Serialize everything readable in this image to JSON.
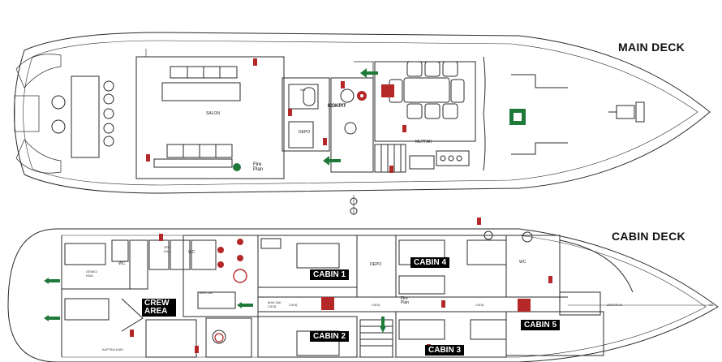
{
  "decks": {
    "main": {
      "title": "MAIN DECK"
    },
    "cabin": {
      "title": "CABIN DECK"
    }
  },
  "cabins": {
    "c1": "CABIN 1",
    "c2": "CABIN 2",
    "c3": "CABIN 3",
    "c4": "CABIN 4",
    "c5": "CABIN 5",
    "crew_line1": "CREW",
    "crew_line2": "AREA"
  },
  "rooms": {
    "salon": "SALON",
    "kokpit": "KOKPIT",
    "mutfak": "MUTFAK",
    "depo_main": "DEPO",
    "depo_cabin": "DEPO",
    "wc_main": "WC",
    "wc_crew": "WC",
    "wc_gen": "WC",
    "wc_right": "WC",
    "gemici_1": "GEMICI",
    "gemici_2": "KAM",
    "gen_1": "GEN",
    "gen_2": "KAM",
    "makdai_1": "MAK.DAI",
    "makdai_2": "MAK.DAI",
    "makdai_3": "CIKIŞ",
    "kaptan": "KAPTAN KAM",
    "zincirlik": "ZİNCİRLİK",
    "cl": "CL",
    "cikis_1": "CIKIŞ",
    "cikis_2": "CIKIŞ",
    "cikis_3": "CIKIŞ"
  },
  "fire_plan": {
    "main_1": "Fire",
    "main_2": "Plan",
    "cabin_1": "Fire",
    "cabin_2": "Plan"
  },
  "colors": {
    "line": "#2a2a2a",
    "fire_red": "#b42828",
    "exit_green": "#1f7a3a",
    "label_bg": "#000000"
  }
}
